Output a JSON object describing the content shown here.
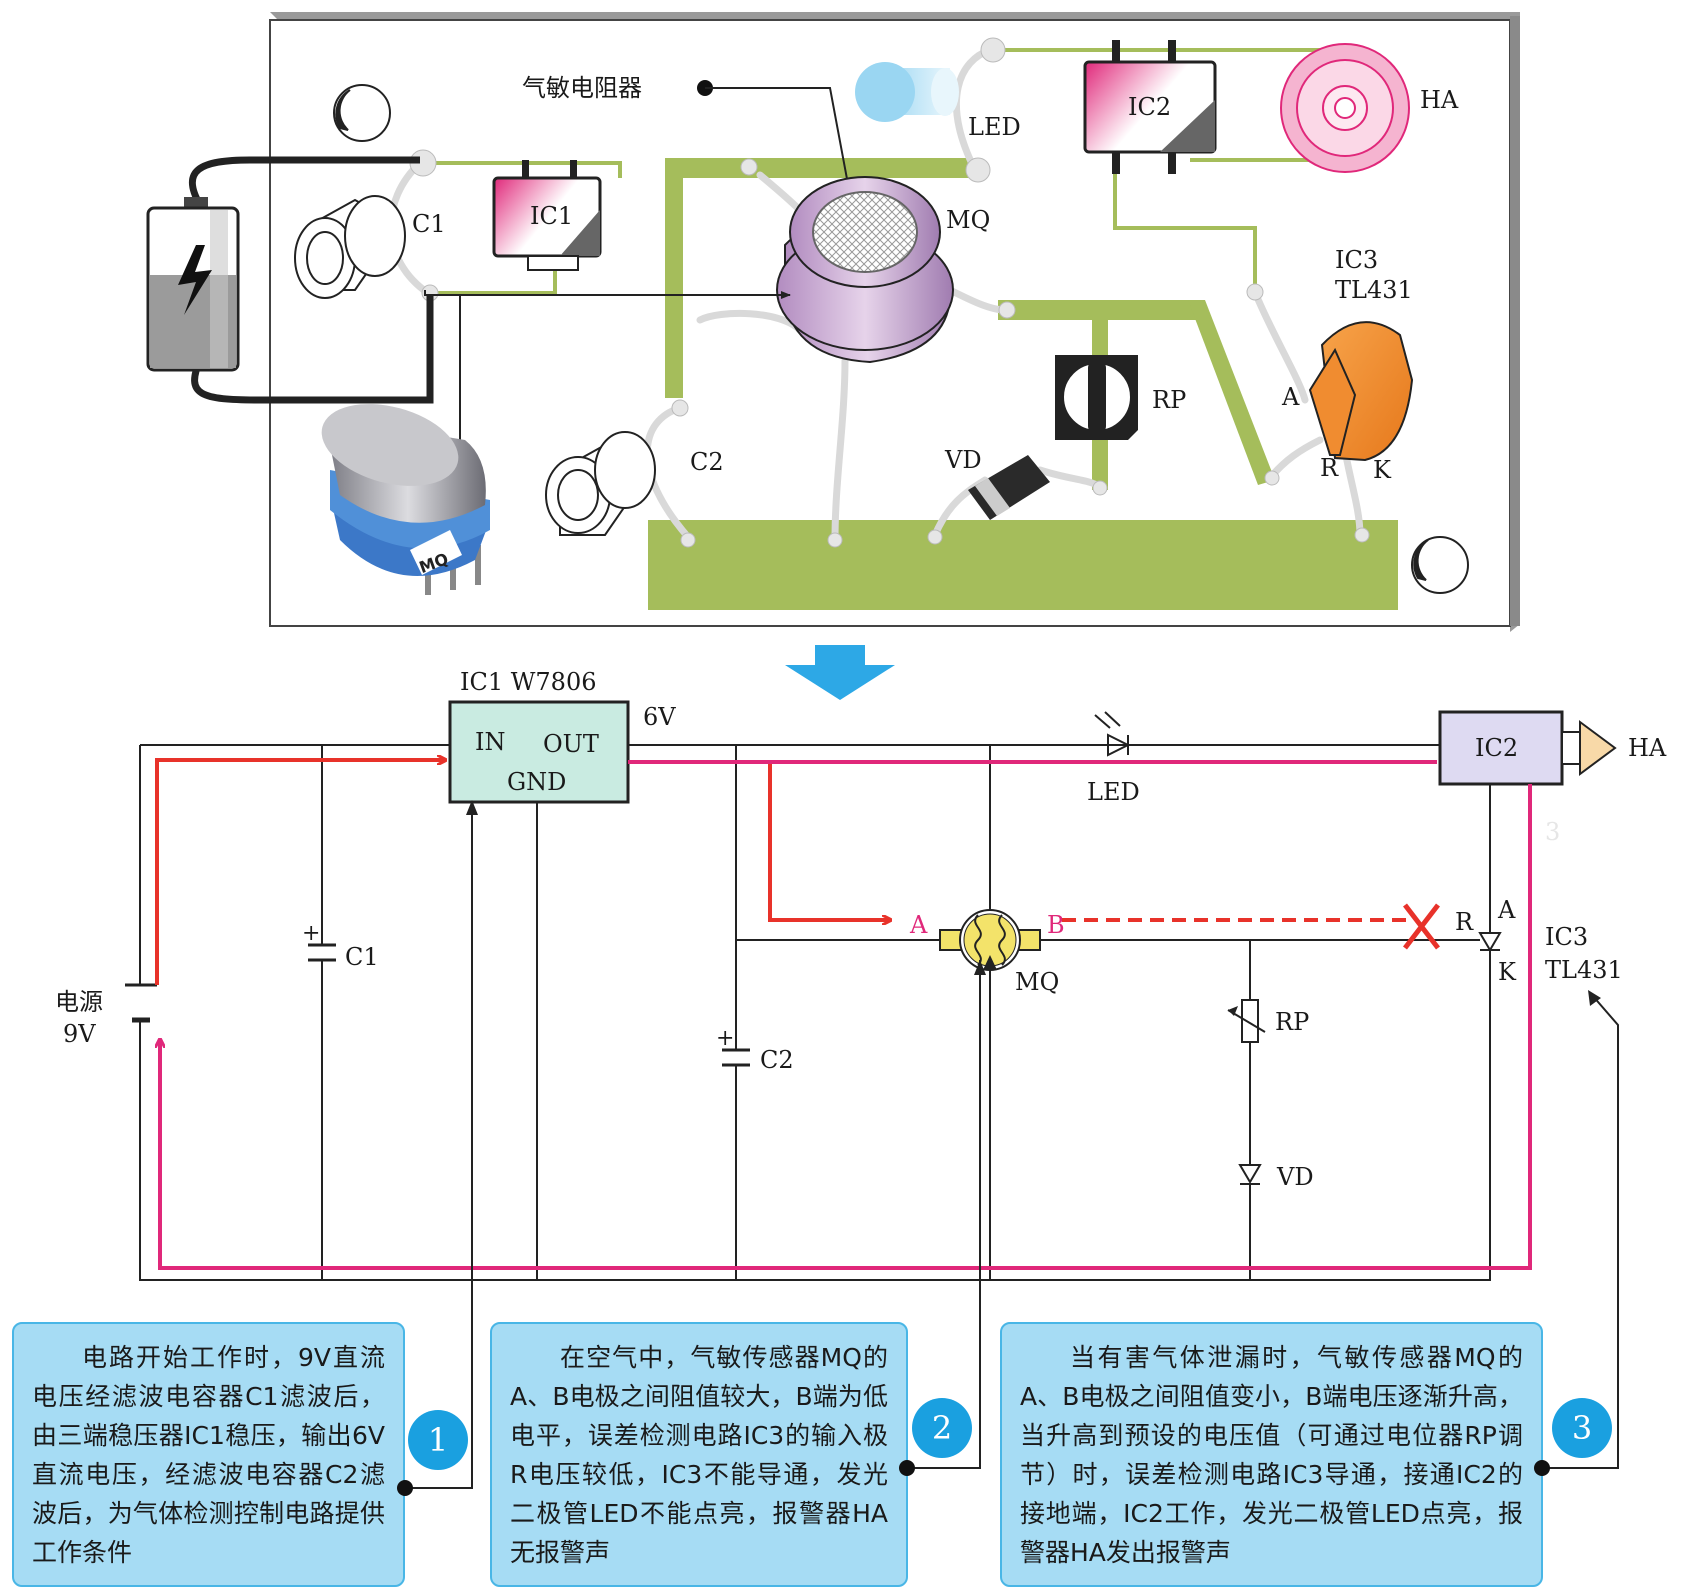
{
  "pcb": {
    "labels": {
      "gas_resistor": "气敏电阻器",
      "c1": "C1",
      "ic1": "IC1",
      "mq": "MQ",
      "led": "LED",
      "ic2": "IC2",
      "ha": "HA",
      "ic3_line1": "IC3",
      "ic3_line2": "TL431",
      "rp": "RP",
      "c2": "C2",
      "vd": "VD",
      "pin_a": "A",
      "pin_r": "R",
      "pin_k": "K",
      "sensor_mark": "MQ"
    }
  },
  "schematic": {
    "ic1_label": "IC1   W7806",
    "ic1_in": "IN",
    "ic1_out": "OUT",
    "ic1_gnd": "GND",
    "out_voltage": "6V",
    "power_line1": "电源",
    "power_line2": "9V",
    "c1": "C1",
    "c2": "C2",
    "mq": "MQ",
    "mq_a": "A",
    "mq_b": "B",
    "led": "LED",
    "ic2": "IC2",
    "ha": "HA",
    "rp": "RP",
    "vd": "VD",
    "ic3_r": "R",
    "ic3_a": "A",
    "ic3_k": "K",
    "ic3_line1": "IC3",
    "ic3_line2": "TL431",
    "plus": "+",
    "faint3": "3"
  },
  "notes": [
    {
      "badge": "1",
      "text": "电路开始工作时，9V直流电压经滤波电容器C1滤波后，由三端稳压器IC1稳压，输出6V直流电压，经滤波电容器C2滤波后，为气体检测控制电路提供工作条件"
    },
    {
      "badge": "2",
      "text": "在空气中，气敏传感器MQ的A、B电极之间阻值较大，B端为低电平，误差检测电路IC3的输入极R电压较低，IC3不能导通，发光二极管LED不能点亮，报警器HA无报警声"
    },
    {
      "badge": "3",
      "text": "当有害气体泄漏时，气敏传感器MQ的A、B电极之间阻值变小，B端电压逐渐升高，当升高到预设的电压值（可通过电位器RP调节）时，误差检测电路IC3导通，接通IC2的接地端，IC2工作，发光二极管LED点亮，报警器HA发出报警声"
    }
  ],
  "colors": {
    "trace": "#a5bd5b",
    "flow_red": "#e8322a",
    "flow_pink": "#e0287a",
    "note_bg": "#a6dcf4",
    "badge": "#1aa0e0",
    "arrow_blue": "#2da8e6"
  }
}
